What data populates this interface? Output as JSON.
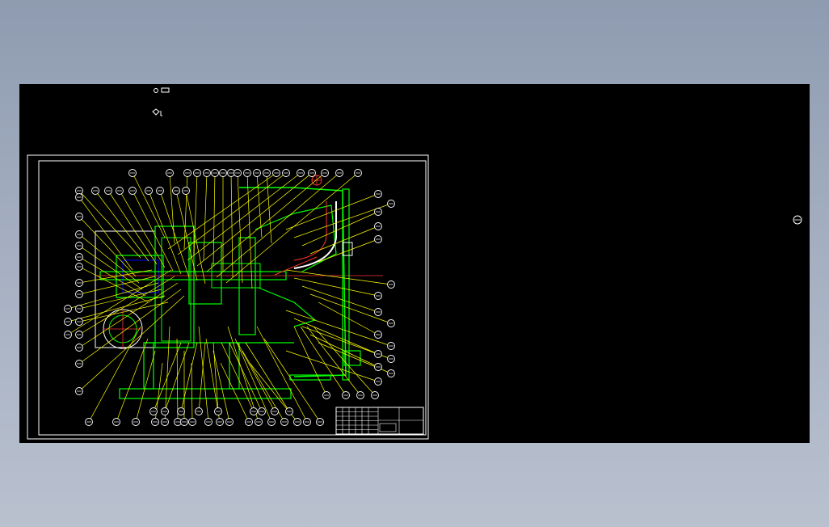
{
  "viewport": {
    "background": "#000000",
    "drawing_colors": {
      "sheet": "#ffffff",
      "parts": "#00ff00",
      "leaders": "#ffff00",
      "section": "#ff3030",
      "hatch": "#0000ff"
    }
  },
  "top_markers": [
    {
      "icon": "ucs-origin-icon",
      "label": ""
    },
    {
      "icon": "view-cube-icon",
      "label": ""
    }
  ],
  "drawing": {
    "type": "assembly-section-drawing",
    "balloon_count": 88,
    "title_block": {
      "rows": 6,
      "cols": 9
    }
  }
}
